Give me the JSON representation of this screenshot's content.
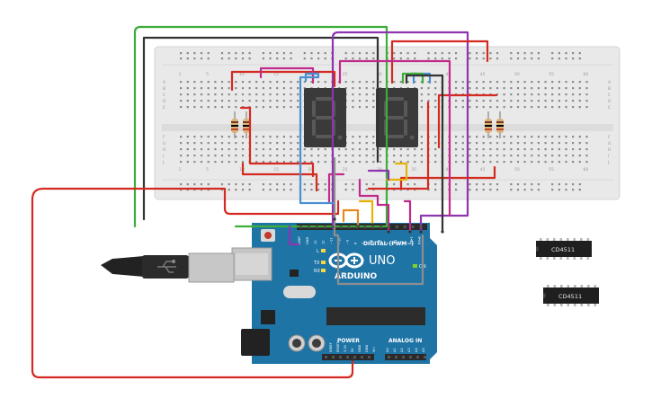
{
  "breadboard": {
    "col_numbers": [
      "1",
      "5",
      "10",
      "15",
      "20",
      "25",
      "30",
      "35",
      "40",
      "45",
      "50",
      "55",
      "60"
    ],
    "row_letters": [
      "A",
      "B",
      "C",
      "D",
      "E",
      "F",
      "G",
      "H",
      "I",
      "J"
    ]
  },
  "arduino": {
    "brand": "ARDUINO",
    "model": "UNO",
    "digital_label": "DIGITAL (PWM~)",
    "power_label": "POWER",
    "analog_label": "ANALOG IN",
    "on_label": "ON",
    "l_label": "L",
    "tx_label": "TX",
    "rx_label": "RX",
    "power_pins": [
      "IOREF",
      "RESET",
      "3.3V",
      "5V",
      "GND",
      "GND",
      "Vin"
    ],
    "analog_pins": [
      "A0",
      "A1",
      "A2",
      "A3",
      "A4",
      "A5"
    ],
    "digital_pins": [
      "AREF",
      "GND",
      "13",
      "12",
      "~11",
      "~10",
      "~9",
      "8",
      "7",
      "~6",
      "~5",
      "4",
      "~3",
      "2",
      "TX▸1",
      "RX◂0"
    ]
  },
  "chips": [
    {
      "label": "CD4511"
    },
    {
      "label": "CD4511"
    }
  ],
  "displays": [
    {
      "digit": "8."
    },
    {
      "digit": "8."
    }
  ],
  "colors": {
    "breadboard": "#e9e9e9",
    "board": "#1f74a6",
    "wire_red": "#d42a22",
    "wire_green": "#3dae3c",
    "wire_black": "#333333",
    "wire_purple": "#8e34b1",
    "wire_magenta": "#c02a8c",
    "wire_blue": "#4a8fd0",
    "wire_gray": "#8e8e8e",
    "wire_yellow": "#e5b30b",
    "wire_orange": "#e38b21",
    "display": "#3a3a3a",
    "segment": "#555555"
  }
}
